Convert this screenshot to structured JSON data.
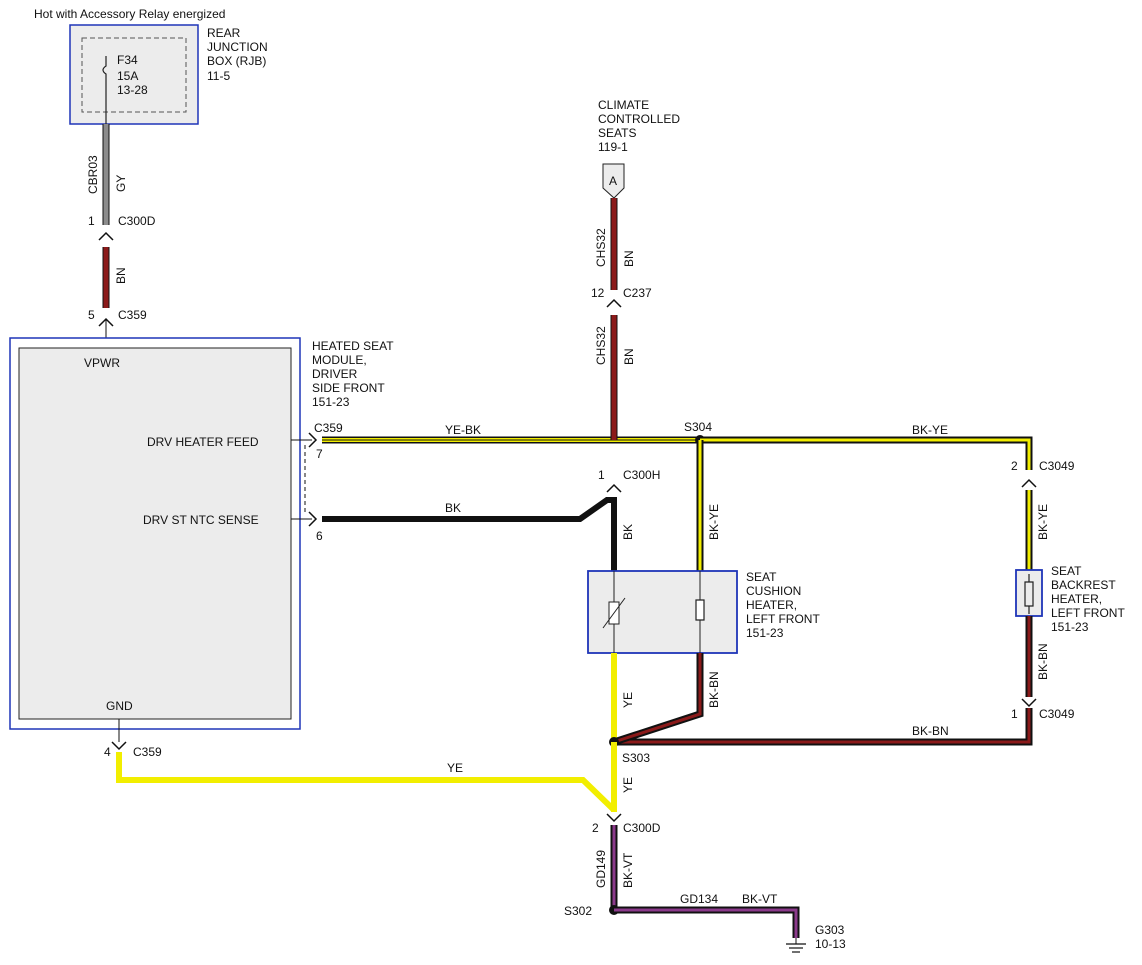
{
  "header": {
    "power_note": "Hot with Accessory Relay energized"
  },
  "rjb": {
    "fuse_id": "F34",
    "fuse_rating": "15A",
    "fuse_ref": "13-28",
    "title_lines": [
      "REAR",
      "JUNCTION",
      "BOX (RJB)",
      "11-5"
    ]
  },
  "wires": {
    "cbr03": {
      "circuit": "CBR03",
      "color": "GY"
    },
    "rjb_to_module": {
      "color": "BN"
    },
    "chs32_upper": {
      "circuit": "CHS32",
      "color": "BN"
    },
    "chs32_lower": {
      "circuit": "CHS32",
      "color": "BN"
    },
    "feed": {
      "color": "YE-BK"
    },
    "backrest_feed": {
      "color": "BK-YE"
    },
    "cushion_feed": {
      "color": "BK-YE"
    },
    "ntc": {
      "color": "BK"
    },
    "ntc_down": {
      "color": "BK"
    },
    "cushion_out_ye": {
      "color": "YE"
    },
    "cushion_out_bkbn": {
      "color": "BK-BN"
    },
    "backrest_bkye": {
      "color": "BK-YE"
    },
    "backrest_bkbn": {
      "color": "BK-BN"
    },
    "return_bkbn": {
      "color": "BK-BN"
    },
    "gnd_ye": {
      "color": "YE"
    },
    "s303_down": {
      "color": "YE"
    },
    "gd149": {
      "circuit": "GD149",
      "color": "BK-VT"
    },
    "gd134": {
      "circuit": "GD134",
      "color": "BK-VT"
    }
  },
  "connectors": {
    "c300d_top": {
      "pin": "1",
      "name": "C300D"
    },
    "c359_top": {
      "pin": "5",
      "name": "C359"
    },
    "c237": {
      "pin": "12",
      "name": "C237"
    },
    "c359_feed": {
      "pin": "7",
      "name": "C359"
    },
    "c359_ntc": {
      "pin": "6"
    },
    "c300h": {
      "pin": "1",
      "name": "C300H"
    },
    "c3049_top": {
      "pin": "2",
      "name": "C3049"
    },
    "c3049_bot": {
      "pin": "1",
      "name": "C3049"
    },
    "c359_gnd": {
      "pin": "4",
      "name": "C359"
    },
    "c300d_bot": {
      "pin": "2",
      "name": "C300D"
    }
  },
  "splices": {
    "s304": "S304",
    "s303": "S303",
    "s302": "S302"
  },
  "module": {
    "title_lines": [
      "HEATED SEAT",
      "MODULE,",
      "DRIVER",
      "SIDE FRONT",
      "151-23"
    ],
    "pins": {
      "vpwr": "VPWR",
      "feed": "DRV HEATER FEED",
      "ntc": "DRV ST NTC SENSE",
      "gnd": "GND"
    }
  },
  "climate": {
    "title_lines": [
      "CLIMATE",
      "CONTROLLED",
      "SEATS",
      "119-1"
    ],
    "ref": "A"
  },
  "cushion": {
    "title_lines": [
      "SEAT",
      "CUSHION",
      "HEATER,",
      "LEFT FRONT",
      "151-23"
    ]
  },
  "backrest": {
    "title_lines": [
      "SEAT",
      "BACKREST",
      "HEATER,",
      "LEFT FRONT",
      "151-23"
    ]
  },
  "ground": {
    "id": "G303",
    "ref": "10-13"
  },
  "colors": {
    "box_border": "#1f35b8",
    "box_fill": "#ececec",
    "wire_grey": "#8c8c8c",
    "wire_brown": "#8b1a1a",
    "wire_yellow": "#f2ee00",
    "wire_black": "#111111",
    "wire_violet": "#8b3a8b"
  }
}
